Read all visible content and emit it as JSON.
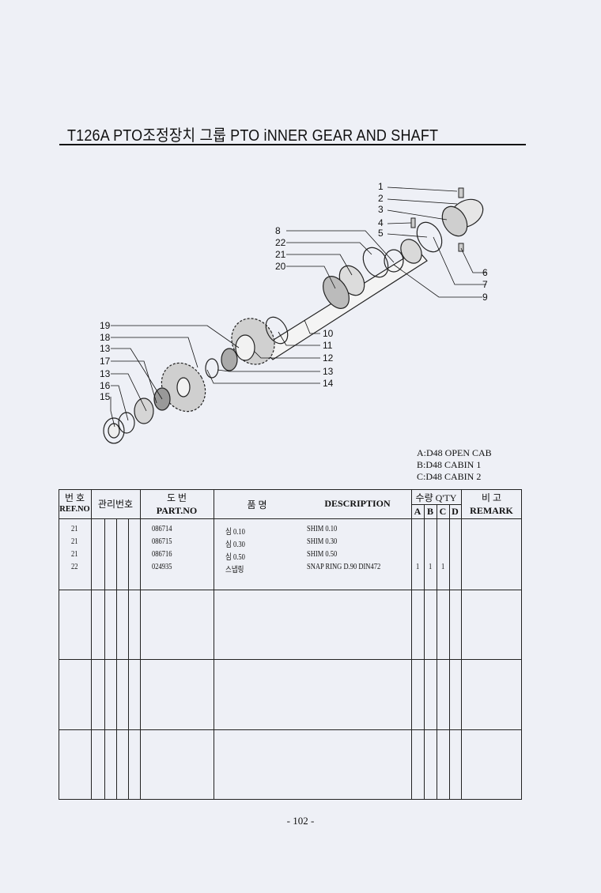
{
  "header": {
    "title": "T126A PTO조정장치 그룹 PTO iNNER GEAR AND SHAFT"
  },
  "diagram": {
    "callouts_left": [
      "8",
      "22",
      "21",
      "20",
      "19",
      "18",
      "13",
      "17",
      "13",
      "16",
      "15"
    ],
    "callouts_right": [
      "1",
      "2",
      "3",
      "4",
      "5",
      "6",
      "7",
      "9",
      "10",
      "11",
      "12",
      "13",
      "14"
    ]
  },
  "legend": {
    "lines": [
      "A:D48 OPEN CAB",
      "B:D48 CABIN 1",
      "C:D48 CABIN 2"
    ]
  },
  "table": {
    "headers": {
      "ref_ko": "번 호",
      "ref_en": "REF.NO",
      "mgmt_ko": "관리번호",
      "part_ko": "도    번",
      "part_en": "PART.NO",
      "name_ko": "품       명",
      "desc_en": "DESCRIPTION",
      "qty": "수량 Q'TY",
      "qty_cols": [
        "A",
        "B",
        "C",
        "D"
      ],
      "remark_ko": "비    고",
      "remark_en": "REMARK"
    },
    "rows": [
      {
        "ref": "21",
        "part": "086714",
        "name_ko": "심 0.10",
        "desc": "SHIM 0.10",
        "qa": "",
        "qb": "",
        "qc": ""
      },
      {
        "ref": "21",
        "part": "086715",
        "name_ko": "심 0.30",
        "desc": "SHIM 0.30",
        "qa": "",
        "qb": "",
        "qc": ""
      },
      {
        "ref": "21",
        "part": "086716",
        "name_ko": "심 0.50",
        "desc": "SHIM 0.50",
        "qa": "",
        "qb": "",
        "qc": ""
      },
      {
        "ref": "22",
        "part": "024935",
        "name_ko": "스냅링",
        "desc": "SNAP RING D.90 DIN472",
        "qa": "1",
        "qb": "1",
        "qc": "1"
      }
    ]
  },
  "footer": {
    "page": "- 102 -"
  }
}
